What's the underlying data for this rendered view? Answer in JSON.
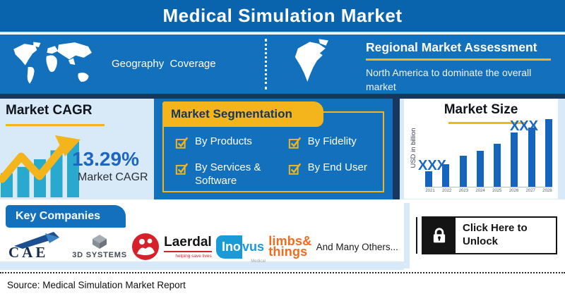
{
  "title": "Medical Simulation Market",
  "geo": {
    "label": "Geography  Coverage"
  },
  "regional": {
    "title": "Regional Market Assessment",
    "subtitle": "North America to dominate the overall market"
  },
  "cagr": {
    "title": "Market CAGR",
    "value": "13.29%",
    "label": "Market CAGR"
  },
  "segmentation": {
    "title": "Market Segmentation",
    "items": [
      "By Products",
      "By Fidelity",
      "By Services & Software",
      "By End User"
    ]
  },
  "market_size": {
    "title": "Market Size",
    "ylabel": "USD in billion",
    "label_first": "XXX",
    "label_last": "XXX"
  },
  "companies": {
    "title": "Key Companies",
    "logos": [
      {
        "name": "CAE",
        "text": "CAE"
      },
      {
        "name": "3D Systems",
        "text": "3D SYSTEMS"
      },
      {
        "name": "Laerdal",
        "text": "Laerdal",
        "tagline": "helping save lives"
      },
      {
        "name": "Inovus Medical",
        "text_box": "Ino",
        "text_out": "vus",
        "sub": "Medical"
      },
      {
        "name": "Limbs & Things",
        "line1": "limbs&",
        "line2": "things"
      }
    ],
    "more": "And Many Others..."
  },
  "unlock": {
    "label": "Click Here to Unlock"
  },
  "source": "Source: Medical Simulation Market Report",
  "colors": {
    "header_blue": "#0a63ad",
    "band_blue": "#1270bc",
    "navy": "#17375e",
    "yellow": "#f3b51b",
    "light_blue": "#d8e9f7",
    "teal": "#2aa9cf",
    "bar_blue": "#1565bf",
    "value_blue": "#1b67c0",
    "laerdal_red": "#d6212b",
    "inovus_blue": "#1a9ad6",
    "limbs_orange": "#f26a1e"
  },
  "chart_data": [
    {
      "id": "market-size",
      "type": "bar",
      "title": "Market Size",
      "ylabel": "USD in billion",
      "categories": [
        "2021",
        "2022",
        "2023",
        "2024",
        "2025",
        "2026",
        "2027",
        "2028"
      ],
      "values_relative_pct": [
        22,
        32,
        44,
        52,
        62,
        78,
        85,
        97
      ],
      "data_labels": {
        "first": "XXX",
        "last": "XXX"
      },
      "bar_color": "#1565bf",
      "legend": "none",
      "grid": false
    },
    {
      "id": "cagr-trend",
      "type": "bar",
      "title": "Market CAGR",
      "value": "13.29%",
      "values_relative_pct": [
        38,
        48,
        60,
        74,
        88
      ],
      "bar_color": "#2aa9cf",
      "arrow_color": "#f3b51b"
    }
  ]
}
